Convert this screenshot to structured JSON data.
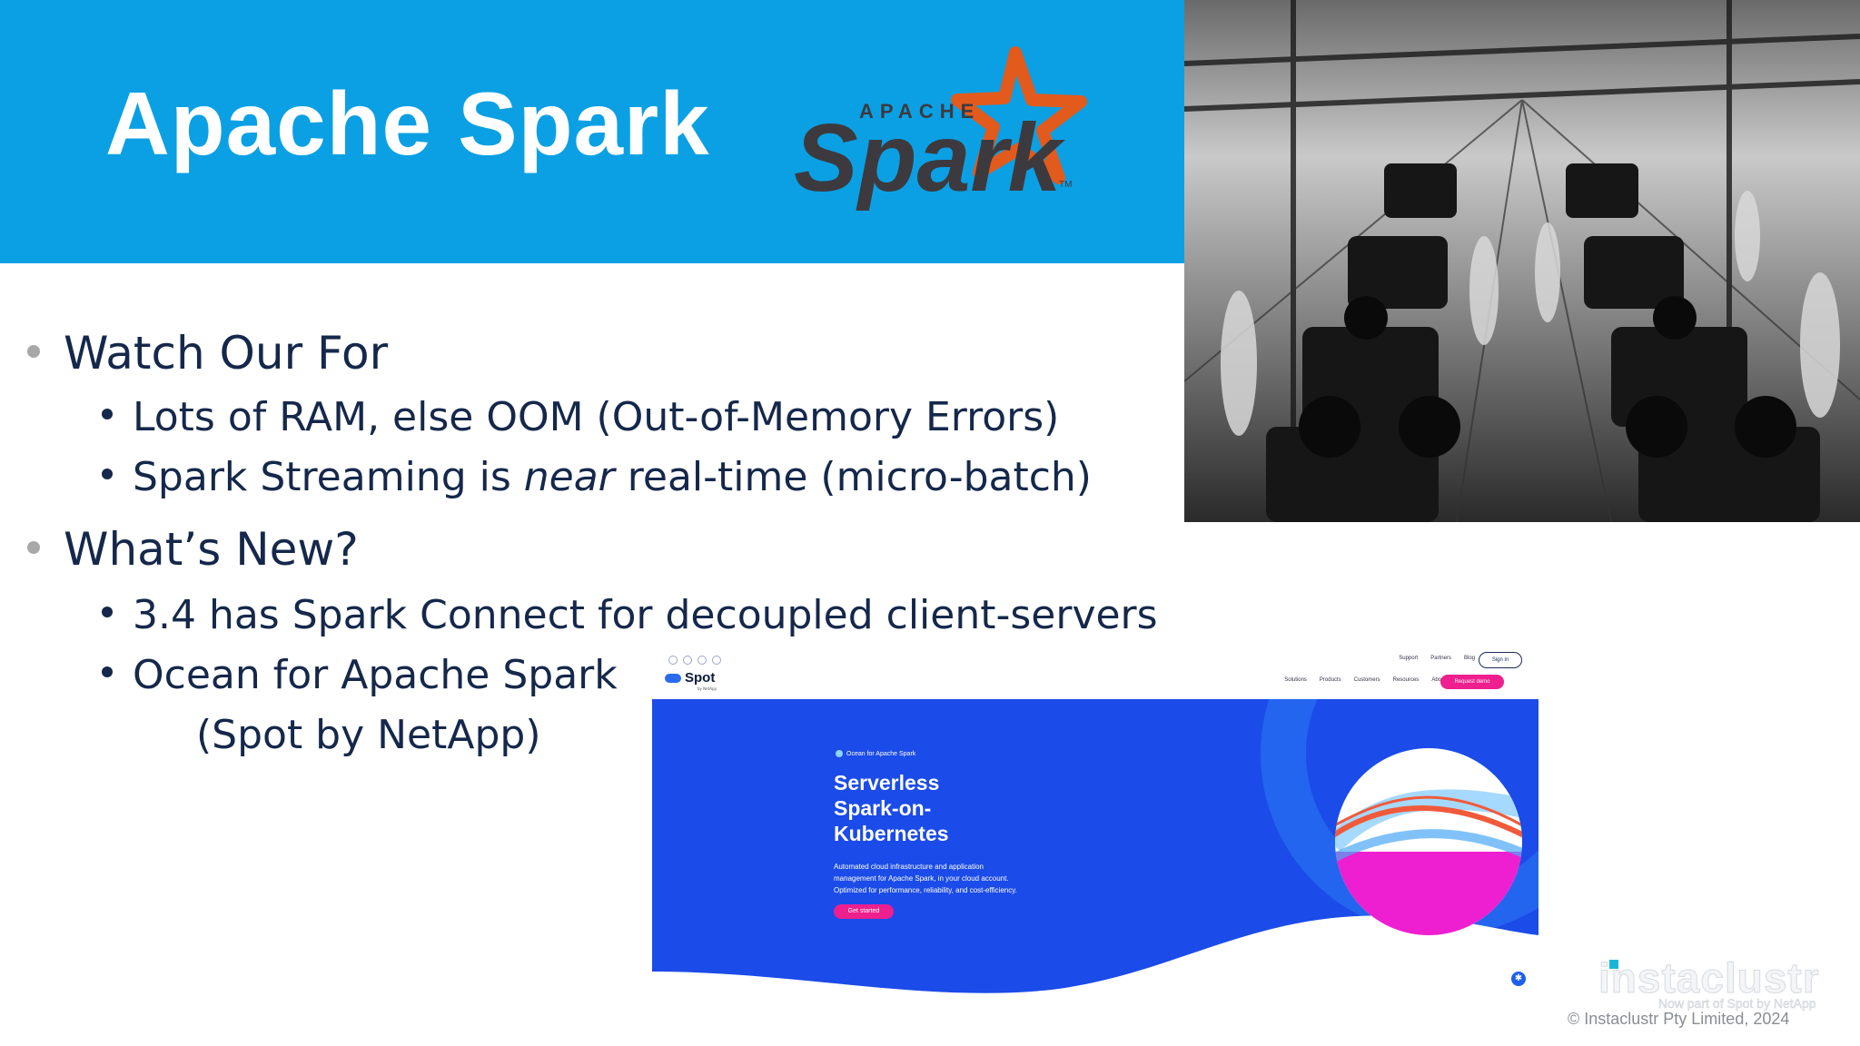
{
  "slide": {
    "title": "Apache Spark",
    "bullets": [
      {
        "text": "Watch Our For",
        "subs": [
          {
            "text": "Lots of RAM, else OOM (Out-of-Memory Errors)"
          },
          {
            "pre": "Spark Streaming is ",
            "em": "near",
            "post": " real-time (micro-batch)"
          }
        ]
      },
      {
        "text": "What’s New?",
        "subs": [
          {
            "text": "3.4 has Spark Connect for decoupled client-servers"
          },
          {
            "text": "Ocean for Apache Spark",
            "cont": "(Spot by NetApp)"
          }
        ]
      }
    ]
  },
  "spark_logo": {
    "apache": "APACHE",
    "spark": "Spark",
    "tm": "TM",
    "star_color": "#e25a1c",
    "text_color": "#3c3a3e"
  },
  "photo": {
    "icon": "factory-assembly-line-photo"
  },
  "spot": {
    "brand": "Spot",
    "brand_sub": "by NetApp",
    "util_nav": [
      "Support",
      "Partners",
      "Blog"
    ],
    "signin": "Sign in",
    "main_nav": [
      "Solutions",
      "Products",
      "Customers",
      "Resources",
      "About"
    ],
    "demo": "Request demo",
    "eyebrow": "Ocean for Apache Spark",
    "heading_lines": [
      "Serverless",
      "Spark-on-",
      "Kubernetes"
    ],
    "desc_lines": [
      "Automated cloud infrastructure and application",
      "management for Apache Spark, in your cloud account.",
      "Optimized for performance, reliability, and cost-efficiency."
    ],
    "cta": "Get started",
    "colors": {
      "hero": "#1b4be8",
      "accent": "#ee1f8e"
    }
  },
  "footer": {
    "logo": "instaclustr",
    "logo_sub": "Now part of Spot by NetApp",
    "copyright": "© Instaclustr Pty Limited, 2024"
  },
  "colors": {
    "header_band": "#0ba0e4",
    "body_text": "#15284b",
    "bullet_gray": "#a8a8a8"
  }
}
